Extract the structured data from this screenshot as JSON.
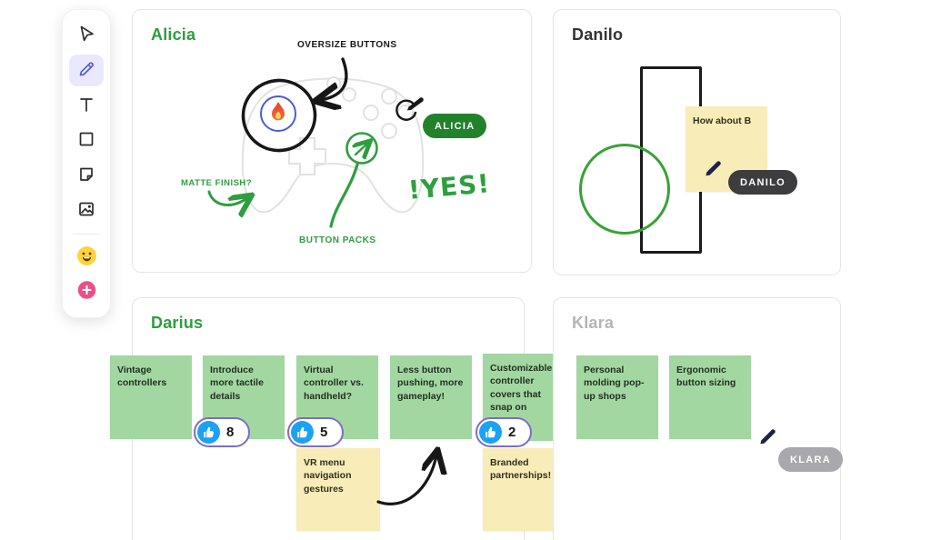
{
  "toolbar": {
    "tools": [
      {
        "name": "select"
      },
      {
        "name": "draw",
        "selected": true
      },
      {
        "name": "text"
      },
      {
        "name": "shape"
      },
      {
        "name": "sticky-note"
      },
      {
        "name": "image"
      },
      {
        "name": "emoji"
      },
      {
        "name": "add-reaction"
      }
    ]
  },
  "frames": {
    "alicia": {
      "title": "Alicia",
      "annotations": {
        "oversize": "OVERSIZE BUTTONS",
        "matte": "MATTE FINISH?",
        "button_packs": "BUTTON PACKS",
        "yes": "!YES!"
      },
      "cursor_label": "ALICIA"
    },
    "danilo": {
      "title": "Danilo",
      "note": "How about B",
      "cursor_label": "DANILO"
    },
    "darius": {
      "title": "Darius",
      "notes": [
        {
          "text": "Vintage controllers"
        },
        {
          "text": "Introduce more tactile details",
          "votes": 8
        },
        {
          "text": "Virtual controller vs. handheld?",
          "votes": 5
        },
        {
          "text": "Less button pushing, more gameplay!"
        },
        {
          "text": "Customizable controller covers that snap on",
          "votes": 2
        }
      ],
      "yellow_notes": [
        "VR menu navigation gestures",
        "Branded partnerships!"
      ]
    },
    "klara": {
      "title": "Klara",
      "notes": [
        "Personal molding pop-up shops",
        "Ergonomic button sizing"
      ],
      "cursor_label": "KLARA"
    }
  },
  "colors": {
    "accent_green": "#2d9e3f",
    "note_green": "#a3d7a1",
    "note_yellow": "#f8ecb8",
    "vote_border": "#7b6cd0",
    "thumb_blue": "#1ba2f3",
    "alicia_pill": "#22822b",
    "danilo_pill": "#3d3d3f",
    "klara_pill": "#a9a9ad",
    "cursor_navy": "#1d2444",
    "toolbar_selected": "#e9e8fd",
    "tool_accent": "#5c5cd6",
    "reaction_pink": "#ec4f87",
    "emoji_yellow": "#ffd33d",
    "ink": "#1a1a1a"
  }
}
